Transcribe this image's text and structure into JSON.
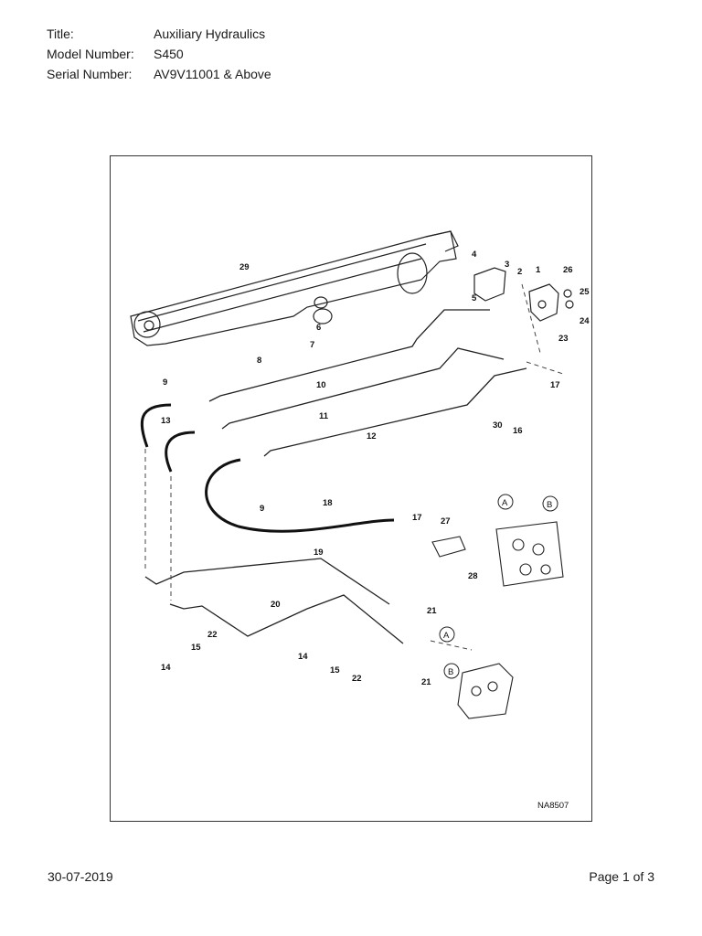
{
  "header": {
    "title_label": "Title:",
    "title_value": "Auxiliary Hydraulics",
    "model_label": "Model Number:",
    "model_value": "S450",
    "serial_label": "Serial Number:",
    "serial_value": "AV9V11001 & Above"
  },
  "diagram": {
    "figure_code": "NA8507",
    "callouts": [
      "1",
      "2",
      "3",
      "4",
      "5",
      "6",
      "7",
      "8",
      "9",
      "10",
      "11",
      "12",
      "13",
      "14",
      "15",
      "16",
      "17",
      "18",
      "19",
      "20",
      "21",
      "22",
      "23",
      "24",
      "25",
      "26",
      "27",
      "28",
      "29",
      "30"
    ],
    "port_labels": [
      "A",
      "B"
    ]
  },
  "footer": {
    "date": "30-07-2019",
    "page": "Page 1 of 3"
  }
}
